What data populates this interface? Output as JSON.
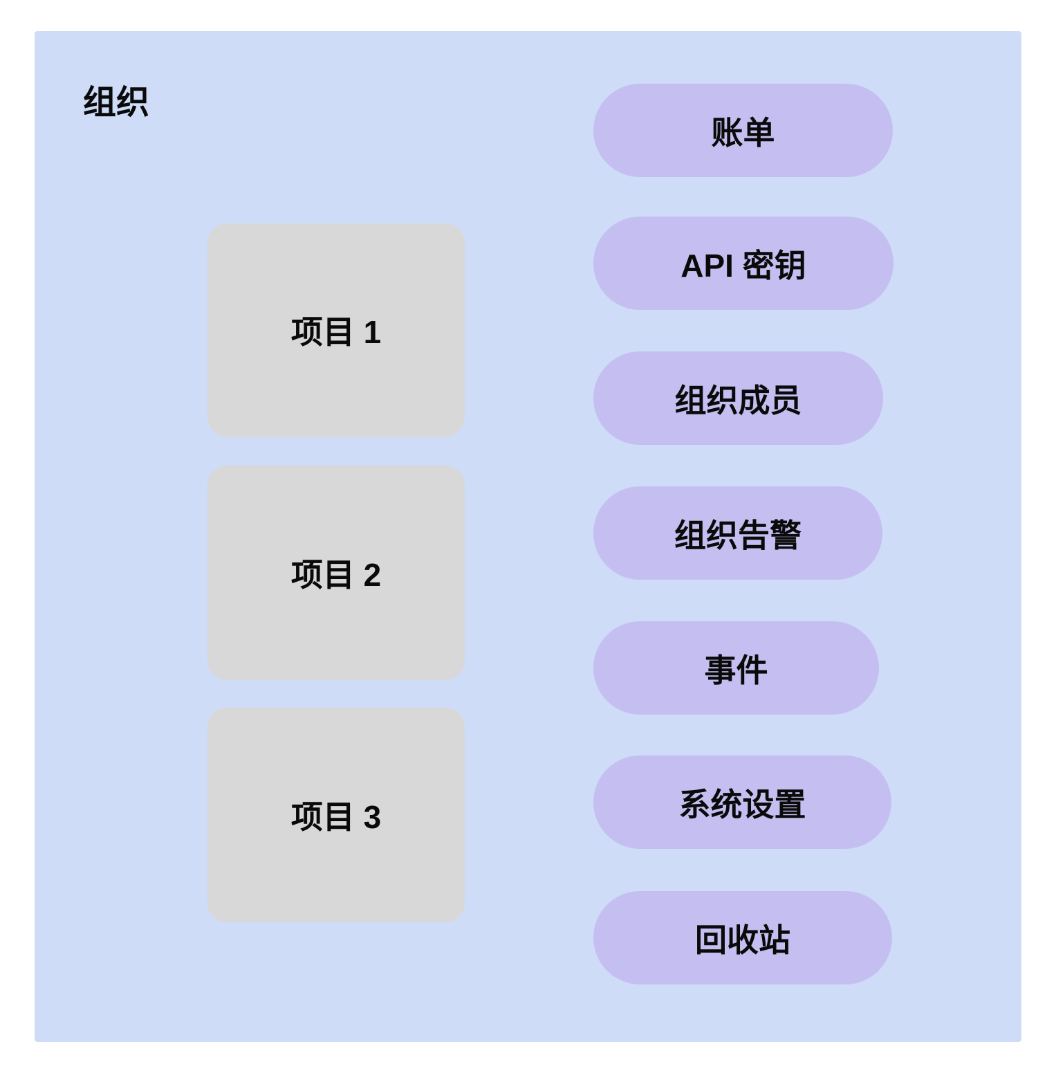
{
  "organization": {
    "title": "组织",
    "projects": [
      {
        "label": "项目 1"
      },
      {
        "label": "项目 2"
      },
      {
        "label": "项目 3"
      }
    ],
    "menu": [
      {
        "label": "账单"
      },
      {
        "label": "API 密钥"
      },
      {
        "label": "组织成员"
      },
      {
        "label": "组织告警"
      },
      {
        "label": "事件"
      },
      {
        "label": "系统设置"
      },
      {
        "label": "回收站"
      }
    ]
  },
  "colors": {
    "canvas_bg": "#FFFFFF",
    "container_bg": "#CEDCF8",
    "project_bg": "#D8D8D8",
    "pill_bg": "#C5BFF1",
    "text": "#0A0A0A"
  }
}
